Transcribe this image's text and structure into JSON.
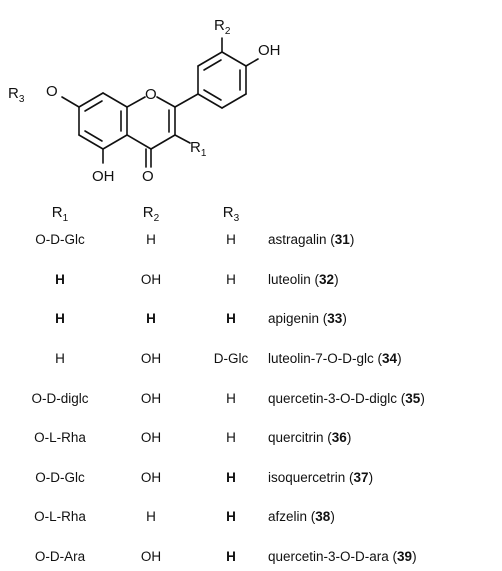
{
  "structure": {
    "labels": {
      "r1": "R",
      "r1_sub": "1",
      "r2": "R",
      "r2_sub": "2",
      "r3": "R",
      "r3_sub": "3",
      "oh_top": "OH",
      "oh_bottom": "OH",
      "o_left": "O",
      "o_ring": "O",
      "o_carbonyl": "O"
    }
  },
  "table": {
    "headers": {
      "r1": "R",
      "r1_sub": "1",
      "r2": "R",
      "r2_sub": "2",
      "r3": "R",
      "r3_sub": "3"
    },
    "rows": [
      {
        "r1": "O-D-Glc",
        "r2": "H",
        "r3": "H",
        "name": "astragalin",
        "num": "31"
      },
      {
        "r1": "H",
        "r2": "OH",
        "r3": "H",
        "name": "luteolin",
        "num": "32"
      },
      {
        "r1": "H",
        "r2": "H",
        "r3": "H",
        "name": "apigenin",
        "num": "33"
      },
      {
        "r1": "H",
        "r2": "OH",
        "r3": "D-Glc",
        "name": "luteolin-7-O-D-glc",
        "num": "34"
      },
      {
        "r1": "O-D-diglc",
        "r2": "OH",
        "r3": "H",
        "name": "quercetin-3-O-D-diglc",
        "num": "35"
      },
      {
        "r1": "O-L-Rha",
        "r2": "OH",
        "r3": "H",
        "name": "quercitrin",
        "num": "36"
      },
      {
        "r1": "O-D-Glc",
        "r2": "OH",
        "r3": "H",
        "name": "isoquercetrin",
        "num": "37"
      },
      {
        "r1": "O-L-Rha",
        "r2": "H",
        "r3": "H",
        "name": "afzelin",
        "num": "38"
      },
      {
        "r1": "O-D-Ara",
        "r2": "OH",
        "r3": "H",
        "name": "quercetin-3-O-D-ara",
        "num": "39"
      }
    ]
  }
}
